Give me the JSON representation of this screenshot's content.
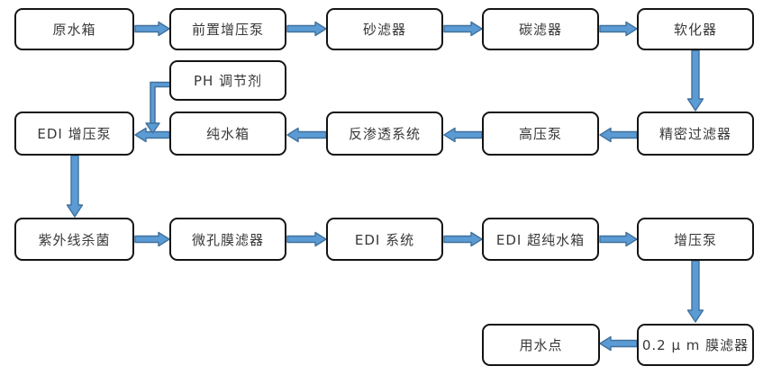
{
  "diagram": {
    "type": "flowchart",
    "description": "ultrapure water treatment process flow",
    "nodes": [
      {
        "id": "raw-water-tank",
        "label": "原水箱"
      },
      {
        "id": "pre-boost-pump",
        "label": "前置增压泵"
      },
      {
        "id": "sand-filter",
        "label": "砂滤器"
      },
      {
        "id": "carbon-filter",
        "label": "碳滤器"
      },
      {
        "id": "softener",
        "label": "软化器"
      },
      {
        "id": "ph-adjuster",
        "label": "PH 调节剂"
      },
      {
        "id": "edi-boost-pump",
        "label": "EDI 增压泵"
      },
      {
        "id": "pure-water-tank",
        "label": "纯水箱"
      },
      {
        "id": "ro-system",
        "label": "反渗透系统"
      },
      {
        "id": "high-pressure-pump",
        "label": "高压泵"
      },
      {
        "id": "precision-filter",
        "label": "精密过滤器"
      },
      {
        "id": "uv-sterilizer",
        "label": "紫外线杀菌"
      },
      {
        "id": "micro-membrane-filter",
        "label": "微孔膜滤器"
      },
      {
        "id": "edi-system",
        "label": "EDI 系统"
      },
      {
        "id": "edi-ultrapure-tank",
        "label": "EDI 超纯水箱"
      },
      {
        "id": "boost-pump",
        "label": "增压泵"
      },
      {
        "id": "membrane-filter-02um",
        "label": "0.2 μ m 膜滤器"
      },
      {
        "id": "water-use-point",
        "label": "用水点"
      }
    ],
    "edges": [
      {
        "from": "raw-water-tank",
        "to": "pre-boost-pump"
      },
      {
        "from": "pre-boost-pump",
        "to": "sand-filter"
      },
      {
        "from": "sand-filter",
        "to": "carbon-filter"
      },
      {
        "from": "carbon-filter",
        "to": "softener"
      },
      {
        "from": "softener",
        "to": "precision-filter"
      },
      {
        "from": "precision-filter",
        "to": "high-pressure-pump"
      },
      {
        "from": "high-pressure-pump",
        "to": "ro-system"
      },
      {
        "from": "ro-system",
        "to": "pure-water-tank"
      },
      {
        "from": "pure-water-tank",
        "to": "edi-boost-pump"
      },
      {
        "from": "ph-adjuster",
        "to": "flow-line-pure-water-tank-to-edi-boost-pump"
      },
      {
        "from": "edi-boost-pump",
        "to": "uv-sterilizer"
      },
      {
        "from": "uv-sterilizer",
        "to": "micro-membrane-filter"
      },
      {
        "from": "micro-membrane-filter",
        "to": "edi-system"
      },
      {
        "from": "edi-system",
        "to": "edi-ultrapure-tank"
      },
      {
        "from": "edi-ultrapure-tank",
        "to": "boost-pump"
      },
      {
        "from": "boost-pump",
        "to": "membrane-filter-02um"
      },
      {
        "from": "membrane-filter-02um",
        "to": "water-use-point"
      }
    ],
    "colors": {
      "arrow_fill": "#5b9bd5",
      "arrow_border": "#41719c",
      "box_border": "#141414",
      "box_fill": "#ffffff",
      "text": "#383838"
    }
  }
}
